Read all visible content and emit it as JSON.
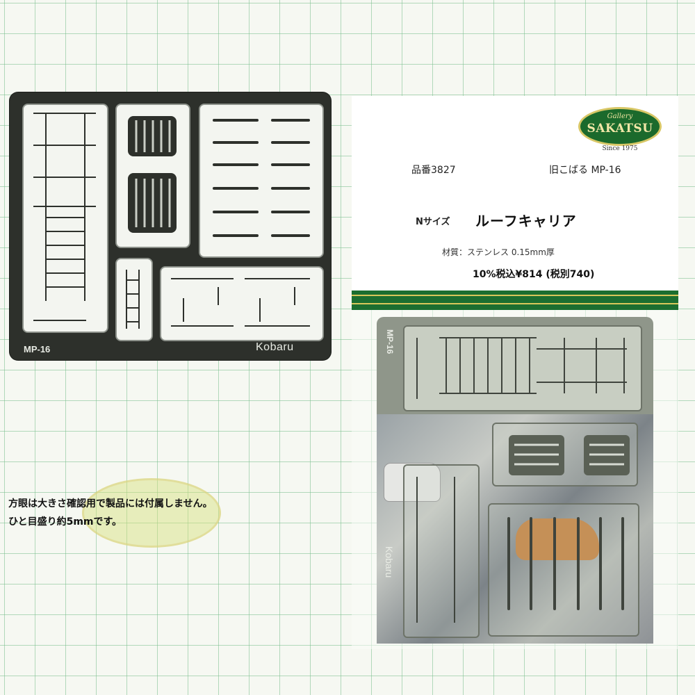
{
  "sheet": {
    "label": "MP-16",
    "brand": "Kobaru"
  },
  "package": {
    "logo": {
      "gallery": "Gallery",
      "name": "SAKATSU",
      "since": "Since 1975"
    },
    "hinban": "品番3827",
    "series": "旧こばる MP-16",
    "size_tag": "Nサイズ",
    "product_name": "ルーフキャリア",
    "material": "材質：ステンレス 0.15mm厚",
    "price": "10%税込¥814 (税別740)",
    "inner_label": "MP-16",
    "inner_brand": "Kobaru"
  },
  "note": {
    "line1": "方眼は大きさ確認用で製品には付属しません。",
    "line2": "ひと目盛り約5mmです。"
  },
  "colors": {
    "grid": "#78be8c",
    "sheet": "#2d302b",
    "brand_green": "#1b6a2c",
    "brand_gold": "#d8c766"
  }
}
